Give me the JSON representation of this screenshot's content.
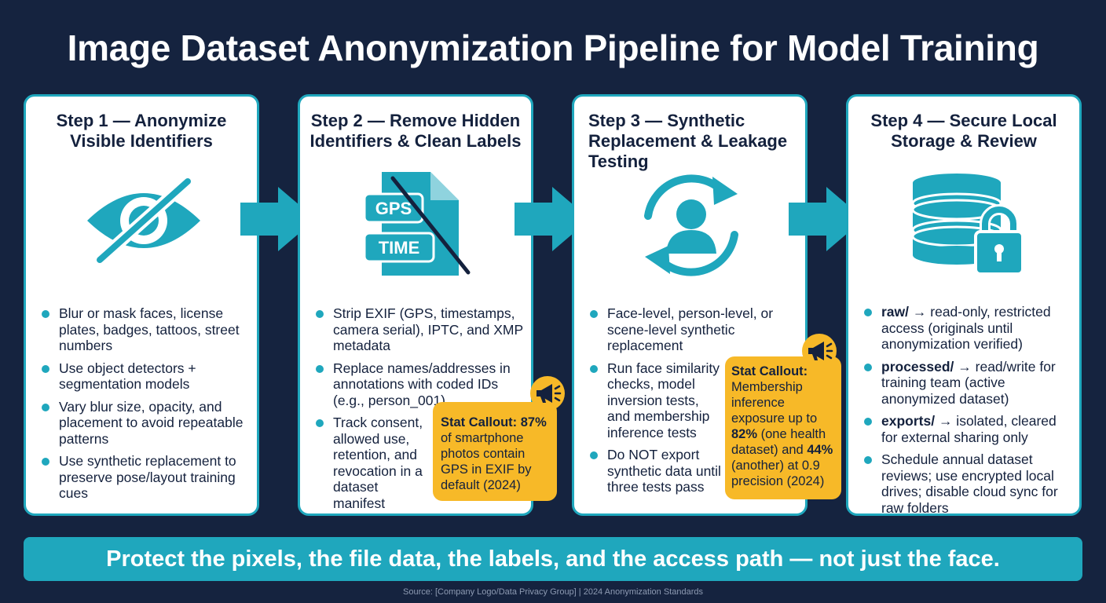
{
  "title": "Image Dataset Anonymization Pipeline for Model Training",
  "steps": [
    {
      "title": "Step 1 — Anonymize Visible Identifiers",
      "icon": "eye-slash-icon",
      "bullets": [
        "Blur or mask faces, license plates, badges, tattoos, street numbers",
        "Use object detectors + segmentation models",
        "Vary blur size, opacity, and placement to avoid repeatable patterns",
        "Use synthetic replacement to preserve pose/layout training cues"
      ]
    },
    {
      "title": "Step 2 — Remove Hidden Identifiers & Clean Labels",
      "icon": "metadata-document-icon",
      "icon_labels": [
        "GPS",
        "TIME"
      ],
      "bullets": [
        "Strip EXIF (GPS, timestamps, camera serial), IPTC, and XMP metadata",
        "Replace names/addresses in annotations with coded IDs (e.g., person_001)",
        "Track consent, allowed use, retention, and revocation in a dataset manifest"
      ],
      "callout": {
        "label": "Stat Callout: 87%",
        "text": "of smartphone photos contain GPS in EXIF by default (2024)"
      }
    },
    {
      "title": "Step 3 — Synthetic Replacement & Leakage Testing",
      "icon": "person-refresh-icon",
      "bullets": [
        "Face-level, person-level, or scene-level synthetic replacement",
        "Run face similarity checks, model inversion tests, and membership inference tests",
        "Do NOT export synthetic data until all three tests pass"
      ],
      "callout": {
        "label": "Stat Callout:",
        "text_a": "Membership inference exposure up to ",
        "stat_a": "82%",
        "text_b": " (one health dataset) and ",
        "stat_b": "44%",
        "text_c": " (another) at 0.9 precision (2024)"
      }
    },
    {
      "title": "Step 4 — Secure Local Storage & Review",
      "icon": "database-lock-icon",
      "bullets": [
        {
          "term": "raw/",
          "text": " → read-only, restricted access (originals until anonymization verified)"
        },
        {
          "term": "processed/",
          "text": " → read/write for training team (active anonymized dataset)"
        },
        {
          "term": "exports/",
          "text": " → isolated, cleared for external sharing only"
        },
        {
          "term": "",
          "text": "Schedule annual dataset reviews; use encrypted local drives; disable cloud sync for raw folders"
        }
      ]
    }
  ],
  "banner": "Protect the pixels, the file data, the labels, and the access path — not just the face.",
  "source": "Source: [Company Logo/Data Privacy Group] | 2024 Anonymization Standards",
  "colors": {
    "background": "#15233f",
    "accent": "#1fa7bd",
    "callout": "#f7b928",
    "text": "#14213d"
  }
}
